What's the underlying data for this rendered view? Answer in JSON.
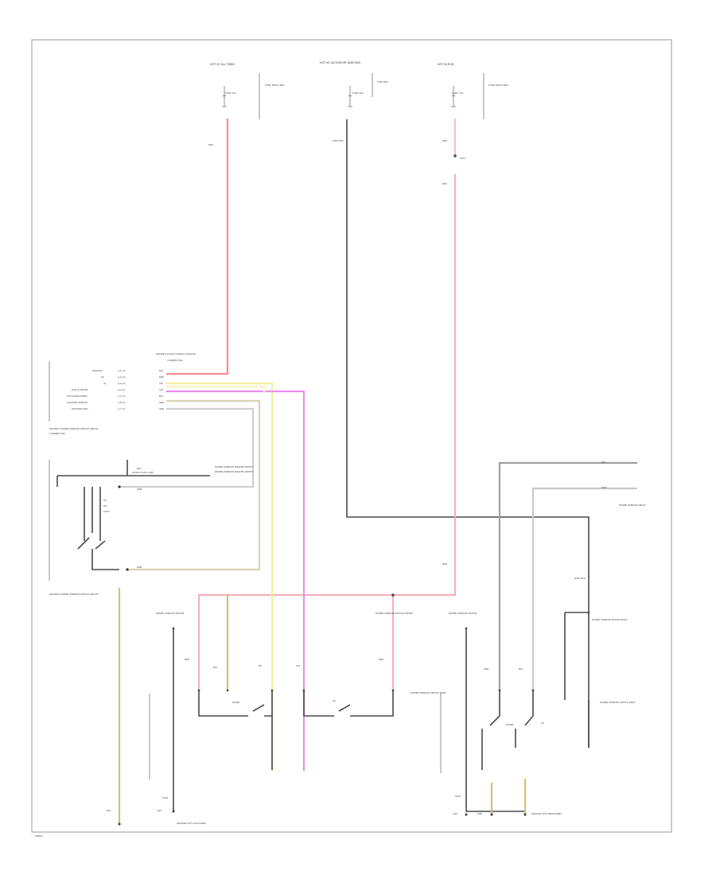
{
  "diagram": {
    "footer_code": "W0001",
    "wire_colors": {
      "red": "#ff8c8c",
      "pink": "#f3b1ba",
      "violet": "#e98cf0",
      "yellow": "#f3ef9c",
      "light_yellow": "#f8f4c2",
      "tan": "#d8d3b0",
      "dark_yellow": "#d4c078",
      "black": "#4a4a4a",
      "gray": "#a0a0a0"
    },
    "fuses": [
      {
        "title": "HOT AT ALL TIMES",
        "fuse": "FUSE 15A",
        "box": "FUSE/ RELAY BOX",
        "wire": "RED"
      },
      {
        "title": "HOT AT ACCESSORY AND RUN",
        "fuse": "FUSE 10A",
        "box": "FUSE BOX",
        "wire": "WHT/ BLK"
      },
      {
        "title": "HOT IN RUN",
        "fuse": "FUSE 7.5A",
        "box": "FUSE/ RELAY BOX",
        "wire": "RED"
      }
    ],
    "splice_label": "S101",
    "wire_labels": [
      "RED",
      "RED",
      "RED",
      "BLK",
      "GRN",
      "RED",
      "RED",
      "WHT",
      "BLK",
      "YEL",
      "VIO",
      "GRN",
      "BLU",
      "GRN",
      "BLK",
      "WHT/ BLK",
      "BLK",
      "GRN"
    ],
    "control_module": {
      "title": "DRIVER'S DOOR CONTROL MODULE",
      "subtitle": "(CONNECTOR)",
      "pins": [
        {
          "name": "GROUND",
          "pin": "A-1 (A)",
          "wire": "BLK"
        },
        {
          "name": "+B",
          "pin": "A-2 (A)",
          "wire": "RED"
        },
        {
          "name": "IG",
          "pin": "A-3 (A)",
          "wire": "YEL"
        },
        {
          "name": "P/W UP FRONT",
          "pin": "A-4 (A)",
          "wire": "VIO"
        },
        {
          "name": "P/W DOWN FRONT",
          "pin": "A-5 (A)",
          "wire": "BLU"
        },
        {
          "name": "POSITION SENSOR",
          "pin": "A-6 (A)",
          "wire": "GRN"
        },
        {
          "name": "POSITION UNIT",
          "pin": "A-7 (A)",
          "wire": "GRN"
        }
      ]
    },
    "inner_switch": {
      "bus": "LIN BUS DATA LINE",
      "target": "POWER WINDOW MASTER SWITCH",
      "labels": [
        "UP",
        "DN",
        "AUTO"
      ],
      "title": "DRIVER'S POWER WINDOW SWITCH CIRCUIT"
    },
    "components": [
      {
        "id": "left-ground",
        "text": "GROUND LEFT KICK PANEL"
      },
      {
        "id": "rear-left-ground",
        "text": "GROUND LEFT REAR PANEL"
      },
      {
        "id": "power-window-master-switch",
        "text": "POWER WINDOW MASTER SWITCH"
      },
      {
        "id": "front-window-motor",
        "text": "POWER WINDOW MOTOR"
      },
      {
        "id": "driver-window-motor",
        "text": "POWER WINDOW MOTOR DRIVER"
      },
      {
        "id": "rear-window-motor",
        "text": "POWER WINDOW MOTOR REAR"
      },
      {
        "id": "rear-window-switch",
        "text": "POWER WINDOW SWITCH REAR"
      },
      {
        "id": "lock-relay",
        "text": "POWER WINDOW RELAY"
      }
    ],
    "switch_labels": [
      "DOWN",
      "UP",
      "DOWN",
      "UP",
      "SW"
    ],
    "ground_labels": [
      "G101",
      "G401"
    ]
  }
}
